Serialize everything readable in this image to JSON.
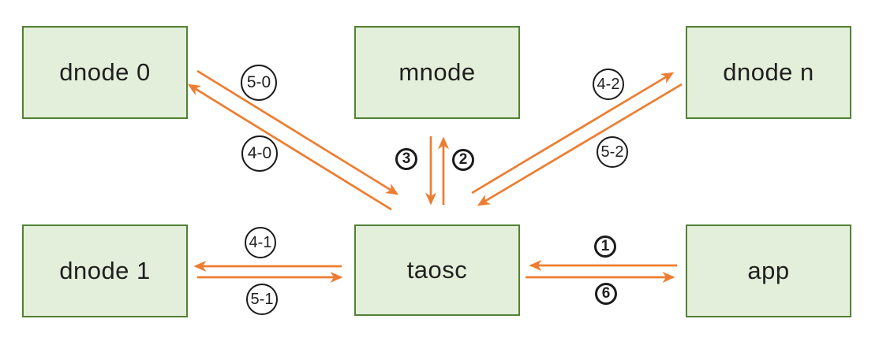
{
  "diagram": {
    "colors": {
      "arrow": "#ED7D31",
      "node_border": "#538135",
      "node_fill": "#E3EFDA",
      "text": "#1f1f1f",
      "circle_border": "#1b1b1b",
      "background": "#ffffff"
    },
    "nodes": {
      "dnode0": {
        "label": "dnode 0"
      },
      "mnode": {
        "label": "mnode"
      },
      "dnoden": {
        "label": "dnode n"
      },
      "dnode1": {
        "label": "dnode 1"
      },
      "taosc": {
        "label": "taosc"
      },
      "app": {
        "label": "app"
      }
    },
    "edges": [
      {
        "label": "1",
        "from": "app",
        "to": "taosc"
      },
      {
        "label": "2",
        "from": "taosc",
        "to": "mnode"
      },
      {
        "label": "3",
        "from": "mnode",
        "to": "taosc"
      },
      {
        "label": "4-0",
        "from": "taosc",
        "to": "dnode 0"
      },
      {
        "label": "4-1",
        "from": "taosc",
        "to": "dnode 1"
      },
      {
        "label": "4-2",
        "from": "taosc",
        "to": "dnode n"
      },
      {
        "label": "5-0",
        "from": "dnode 0",
        "to": "taosc"
      },
      {
        "label": "5-1",
        "from": "dnode 1",
        "to": "taosc"
      },
      {
        "label": "5-2",
        "from": "dnode n",
        "to": "taosc"
      },
      {
        "label": "6",
        "from": "taosc",
        "to": "app"
      }
    ]
  }
}
